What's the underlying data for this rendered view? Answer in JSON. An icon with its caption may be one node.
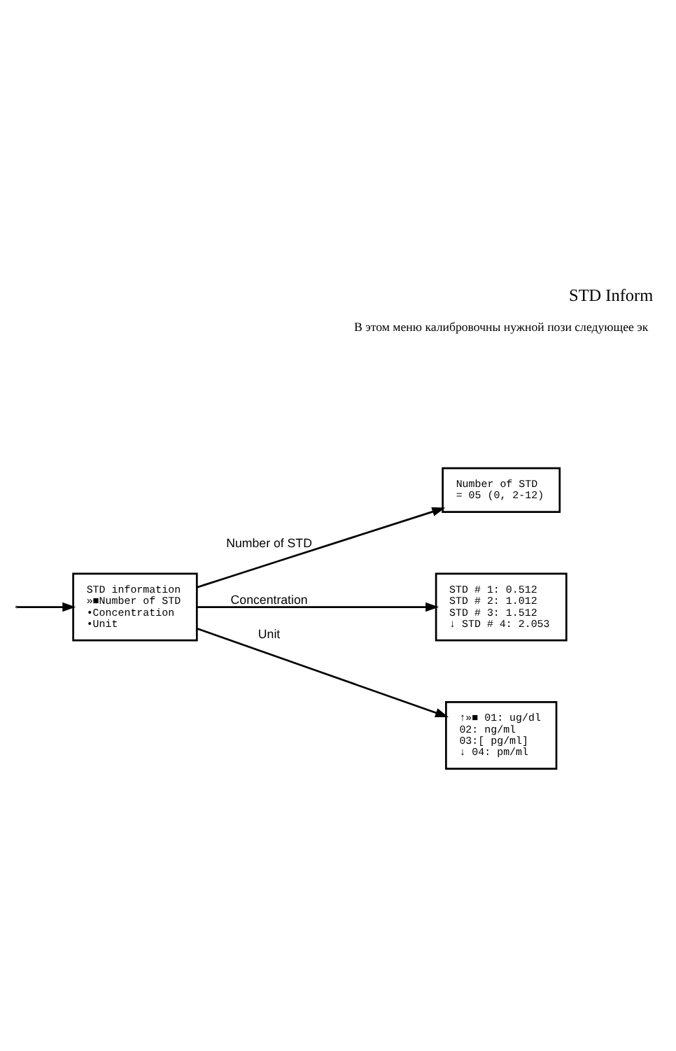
{
  "diagram": {
    "title": "STD Inform",
    "nodes": [
      {
        "text": [
          "STD information",
          "»■Number of STD",
          "•Concentration",
          "•Unit"
        ]
      },
      {
        "text": [
          "Number of STD",
          "= 05 (0, 2-12)"
        ]
      },
      {
        "text": [
          "STD # 1: 0.512",
          "STD # 2: 1.012",
          "STD # 3: 1.512",
          "↓ STD # 4: 2.053"
        ]
      },
      {
        "text": [
          "↑»■ 01: ug/dl",
          "02: ng/ml",
          "03:[ pg/ml]",
          "↓ 04: pm/ml"
        ]
      }
    ],
    "edges": [
      {
        "from": null,
        "to": 0,
        "arrow": "to"
      },
      {
        "from": 0,
        "to": 1,
        "arrow": "to",
        "label": "Number of STD"
      },
      {
        "from": 0,
        "to": 2,
        "arrow": "to",
        "label": "Concentration"
      },
      {
        "from": 0,
        "to": 3,
        "arrow": "to",
        "label": "Unit"
      }
    ],
    "labels": [
      "В этом меню калибровочны нужной пози следующее эк"
    ]
  }
}
